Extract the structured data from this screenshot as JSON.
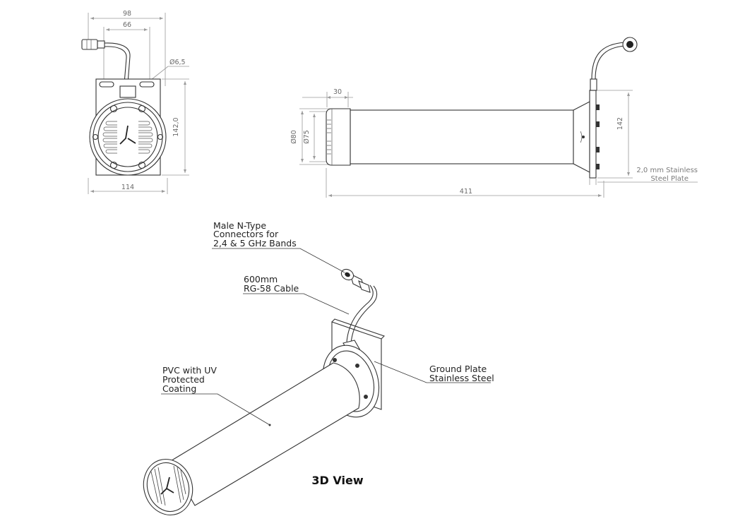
{
  "front_view": {
    "dim_98": "98",
    "dim_66": "66",
    "dim_hole": "Ø6,5",
    "dim_142_0": "142,0",
    "dim_114": "114"
  },
  "side_view": {
    "dim_30": "30",
    "dim_d80": "Ø80",
    "dim_d75": "Ø75",
    "dim_142": "142",
    "dim_411": "411",
    "plate_note_line1": "2,0 mm Stainless",
    "plate_note_line2": "Steel Plate"
  },
  "view_3d": {
    "connector_note_line1": "Male N-Type",
    "connector_note_line2": "Connectors for",
    "connector_note_line3": "2,4 & 5 GHz  Bands",
    "cable_note_line1": "600mm",
    "cable_note_line2": "RG-58 Cable",
    "pvc_note_line1": "PVC with UV",
    "pvc_note_line2": "Protected",
    "pvc_note_line3": "Coating",
    "ground_note_line1": "Ground Plate",
    "ground_note_line2": "Stainless Steel",
    "title": "3D View"
  },
  "colors": {
    "outline": "#333333",
    "dimension": "#9a9a9a",
    "background": "#ffffff"
  }
}
